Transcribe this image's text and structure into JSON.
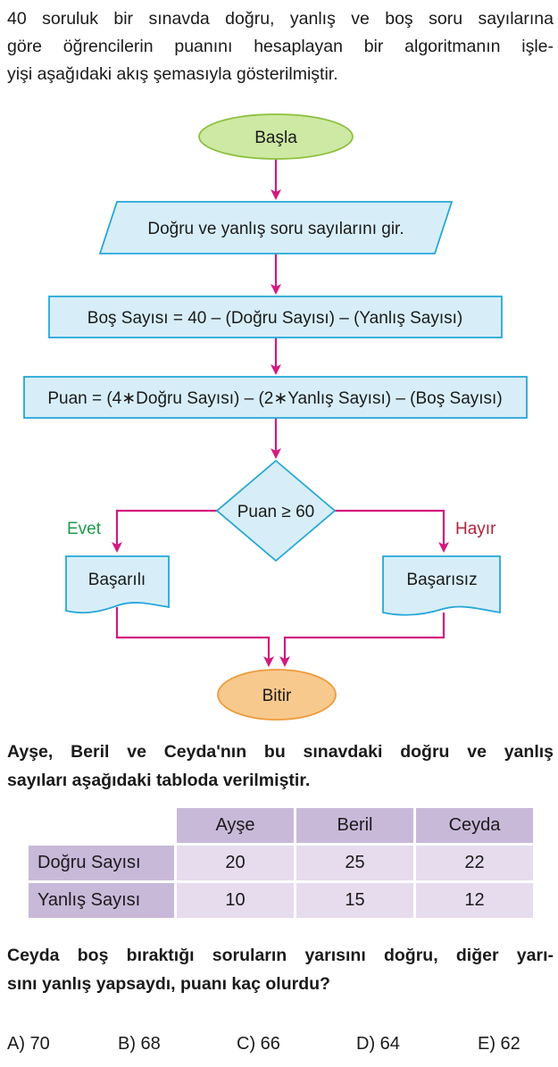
{
  "intro": {
    "line1": "40 soruluk bir sınavda doğru, yanlış ve boş soru sayılarına",
    "line2": "göre öğrencilerin puanını hesaplayan bir algoritmanın işle-",
    "line3": "yişi aşağıdaki akış şemasıyla gösterilmiştir."
  },
  "flowchart": {
    "start": "Başla",
    "input": "Doğru ve yanlış soru sayılarını gir.",
    "step_blank": "Boş Sayısı = 40 – (Doğru Sayısı) – (Yanlış Sayısı)",
    "step_score": "Puan = (4∗Doğru Sayısı) – (2∗Yanlış Sayısı) – (Boş Sayısı)",
    "decision": "Puan ≥ 60",
    "yes_label": "Evet",
    "no_label": "Hayır",
    "yes_output": "Başarılı",
    "no_output": "Başarısız",
    "end": "Bitir",
    "colors": {
      "arrow": "#d4187f",
      "box_fill": "#d7eef8",
      "box_stroke": "#27a7d8",
      "start_fill": "#cde9a3",
      "start_stroke": "#8dbf3f",
      "end_fill": "#f8c98c",
      "end_stroke": "#ef9a3a",
      "yes_color": "#1e9a4a",
      "no_color": "#b0243c"
    }
  },
  "question1": {
    "line1": "Ayşe, Beril ve Ceyda'nın bu sınavdaki doğru ve yanlış",
    "line2": "sayıları aşağıdaki tabloda verilmiştir."
  },
  "table": {
    "columns": [
      "Ayşe",
      "Beril",
      "Ceyda"
    ],
    "rows": [
      {
        "label": "Doğru Sayısı",
        "values": [
          "20",
          "25",
          "22"
        ]
      },
      {
        "label": "Yanlış Sayısı",
        "values": [
          "10",
          "15",
          "12"
        ]
      }
    ],
    "colors": {
      "header": "#c8b9d9",
      "cell": "#e6dcee"
    }
  },
  "question2": {
    "line1": "Ceyda boş bıraktığı soruların yarısını doğru, diğer yarı-",
    "line2": "sını yanlış yapsaydı, puanı kaç olurdu?"
  },
  "options": [
    "A) 70",
    "B) 68",
    "C) 66",
    "D) 64",
    "E) 62"
  ]
}
